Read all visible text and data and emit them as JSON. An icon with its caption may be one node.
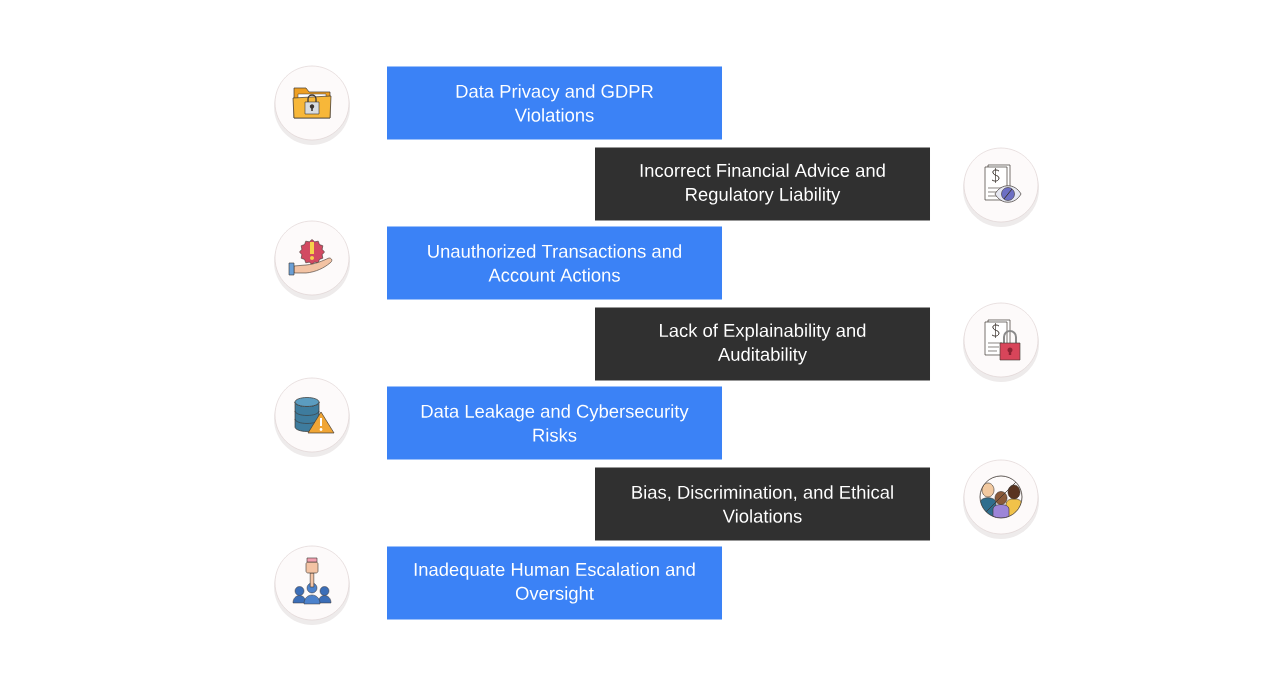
{
  "diagram": {
    "nodes": [
      {
        "text": [
          "Data Privacy and GDPR Violations"
        ]
      },
      {
        "text": [
          "Incorrect Financial Advice and Regulatory Liability"
        ]
      },
      {
        "text": [
          "Unauthorized Transactions and Account Actions"
        ]
      },
      {
        "text": [
          "Lack of Explainability and Auditability"
        ]
      },
      {
        "text": [
          "Data Leakage and Cybersecurity Risks"
        ]
      },
      {
        "text": [
          "Bias, Discrimination, and Ethical Violations"
        ]
      },
      {
        "text": [
          "Inadequate Human Escalation and Oversight"
        ]
      }
    ]
  }
}
